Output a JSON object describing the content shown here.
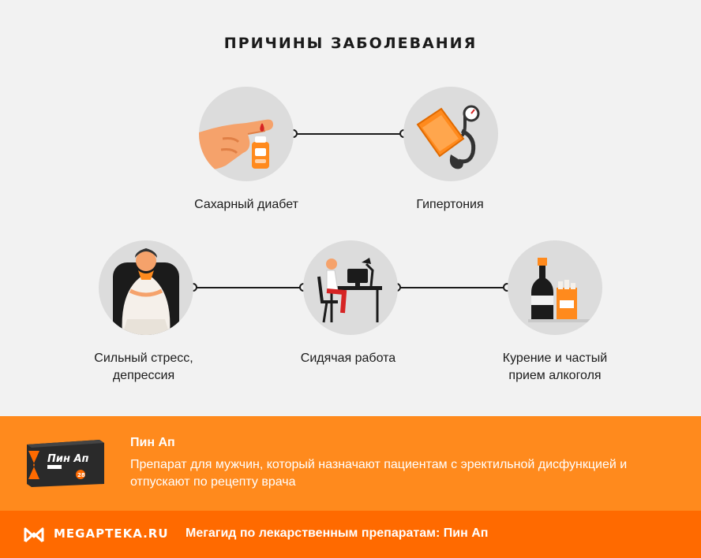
{
  "title": "ПРИЧИНЫ ЗАБОЛЕВАНИЯ",
  "causes": [
    {
      "label": "Сахарный диабет",
      "icon": "finger-glucometer-icon"
    },
    {
      "label": "Гипертония",
      "icon": "tonometer-icon"
    },
    {
      "label": "Сильный стресс,",
      "label2": "депрессия",
      "icon": "stressed-person-icon"
    },
    {
      "label": "Сидячая работа",
      "icon": "person-at-desk-icon"
    },
    {
      "label": "Курение и частый",
      "label2": "прием алкоголя",
      "icon": "bottle-cigarettes-icon"
    }
  ],
  "product": {
    "name": "Пин Ап",
    "description": "Препарат для мужчин, который назначают пациентам с эректильной дисфункцией и отпускают по рецепту врача",
    "pack_title": "Пин Ап",
    "pack_count": "28"
  },
  "footer": {
    "brand": "MEGAPTEKA.RU",
    "guide": "Мегагид по лекарственным препаратам: Пин Ап"
  },
  "colors": {
    "accent": "#ff8a1d",
    "footer": "#ff6a00",
    "background": "#f2f2f2",
    "circle": "#dcdcdc"
  }
}
